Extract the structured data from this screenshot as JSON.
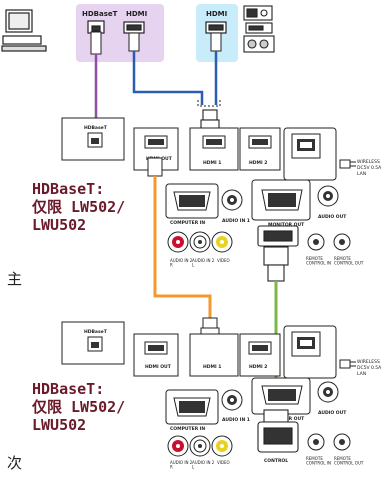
{
  "labels": {
    "hdbaset_box": "HDBaseT",
    "hdmi_out_box": "HDMI",
    "hdmi_in_box": "HDMI",
    "hdmi1": "HDMI 1",
    "hdmi2": "HDMI 2",
    "hdmi_out": "HDMI OUT",
    "hdbaset_port": "HDBaseT",
    "monitor_out": "MONITOR OUT",
    "computer_in": "COMPUTER IN",
    "audio_in1": "AUDIO IN 1",
    "audio_out": "AUDIO OUT",
    "audio_in2_r": "AUDIO IN 2\nR",
    "audio_in2_l": "AUDIO IN 2\nL",
    "video": "VIDEO",
    "remote_in": "REMOTE\nCONTROL IN",
    "remote_out": "REMOTE\nCONTROL OUT",
    "wireless": "WIRELESS",
    "dc5v": "DC5V 0.5A",
    "lan": "LAN",
    "control": "CONTROL"
  },
  "notes": {
    "note1": "HDBaseT:\n仅限 LW502/\nLWU502",
    "note2": "HDBaseT:\n仅限 LW502/\nLWU502"
  },
  "roles": {
    "main": "主",
    "sub": "次"
  },
  "colors": {
    "hdbaset_cable": "#8e4ea3",
    "hdmi_cable": "#2a5db0",
    "orange_cable": "#f29a2e",
    "green_cable": "#7bb843",
    "hdbaset_box": "#e6d3ef",
    "hdmi_in_box": "#c9ecfb",
    "note_text": "#6a1a2a"
  }
}
